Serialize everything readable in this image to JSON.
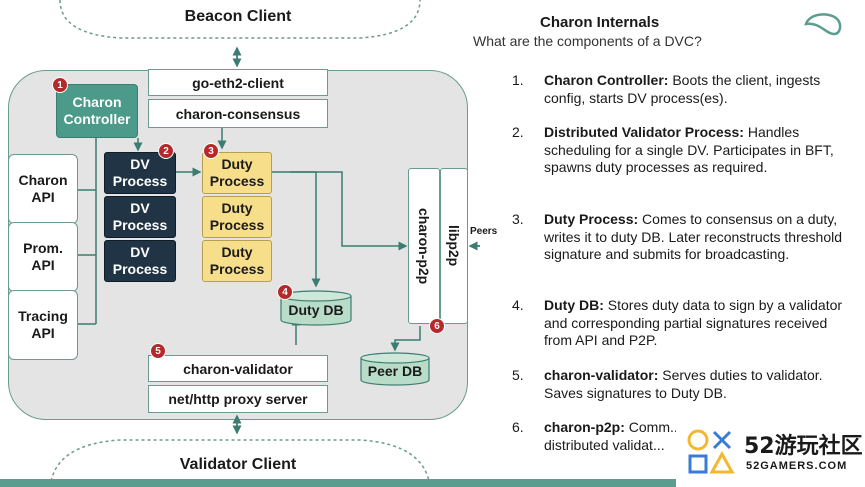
{
  "diagram": {
    "beacon_client": "Beacon Client",
    "validator_client": "Validator Client",
    "go_eth2_client": "go-eth2-client",
    "charon_consensus": "charon-consensus",
    "charon_controller": [
      "Charon",
      "Controller"
    ],
    "api_boxes": [
      [
        "Charon",
        "API"
      ],
      [
        "Prom.",
        "API"
      ],
      [
        "Tracing",
        "API"
      ]
    ],
    "dv_process": [
      "DV",
      "Process"
    ],
    "duty_process": [
      "Duty",
      "Process"
    ],
    "duty_db": "Duty DB",
    "peer_db": "Peer DB",
    "charon_p2p": "charon-p2p",
    "libp2p": "libp2p",
    "peers": "Peers",
    "charon_validator": "charon-validator",
    "proxy_server": "net/http proxy server",
    "badges": [
      "1",
      "2",
      "3",
      "4",
      "5",
      "6"
    ]
  },
  "panel": {
    "title": "Charon Internals",
    "subtitle": "What are the components of a DVC?",
    "items": [
      {
        "num": "1.",
        "term": "Charon Controller:",
        "desc": " Boots the client, ingests config, starts DV process(es)."
      },
      {
        "num": "2.",
        "term": "Distributed Validator Process:",
        "desc": " Handles scheduling for a single DV. Participates in BFT, spawns duty processes as required."
      },
      {
        "num": "3.",
        "term": "Duty Process:",
        "desc": " Comes to consensus on a duty, writes it to duty DB. Later reconstructs threshold signature and submits for broadcasting."
      },
      {
        "num": "4.",
        "term": "Duty DB:",
        "desc": " Stores duty data to sign by a validator and corresponding partial signatures received from API and P2P."
      },
      {
        "num": "5.",
        "term": "charon-validator:",
        "desc": " Serves duties to validator. Saves signatures to Duty DB."
      },
      {
        "num": "6.",
        "term": "charon-p2p:",
        "desc": " Comm... distributed validat..."
      }
    ]
  },
  "watermark": {
    "brand": "52游玩社区",
    "site": "52GAMERS.COM"
  },
  "colors": {
    "controller": "#4c9a8a",
    "dv_process": "#203445",
    "duty_process": "#f7de8a",
    "db": "#b9dcc8",
    "badge": "#b5292a",
    "panel_bg": "#e4e4e4",
    "footer_bar": "#5b9d8f"
  }
}
